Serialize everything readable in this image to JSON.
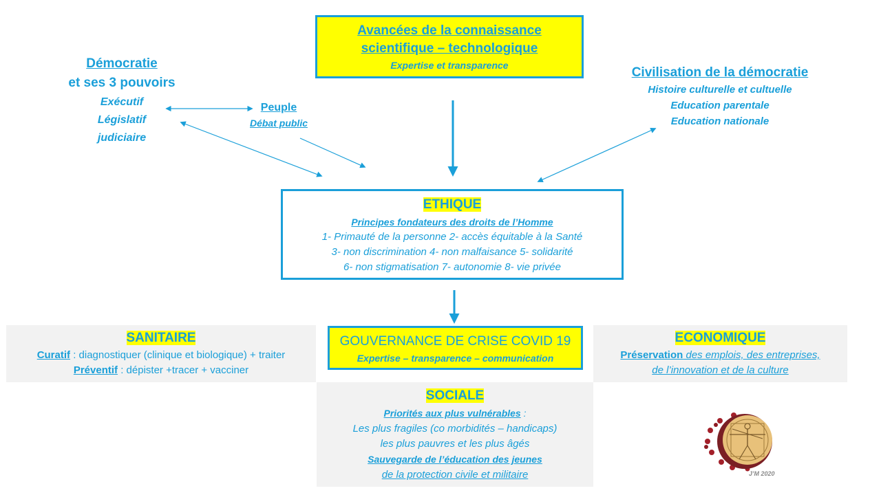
{
  "science": {
    "title1": "Avancées de la connaissance",
    "title2": "scientifique – technologique",
    "subtitle": "Expertise et transparence"
  },
  "democracy": {
    "title1": "Démocratie",
    "title2": "et ses 3 pouvoirs",
    "powers": [
      "Exécutif",
      "Législatif",
      "judiciaire"
    ]
  },
  "people": {
    "title": "Peuple",
    "subtitle": "Débat public"
  },
  "civilisation": {
    "title": "Civilisation de la démocratie",
    "lines": [
      "Histoire culturelle et cultuelle",
      "Education parentale",
      "Education nationale"
    ]
  },
  "ethics": {
    "title": "ETHIQUE",
    "subtitle": "Principes fondateurs des droits de l’Homme",
    "lines": [
      "1- Primauté de la personne  2- accès équitable à la Santé",
      "3- non discrimination  4- non malfaisance  5- solidarité",
      "6- non stigmatisation  7- autonomie  8- vie privée"
    ]
  },
  "governance": {
    "title": "GOUVERNANCE DE CRISE COVID 19",
    "subtitle": "Expertise – transparence – communication"
  },
  "sanitaire": {
    "title": "SANITAIRE",
    "curatif_label": "Curatif",
    "curatif_text": " : diagnostiquer (clinique et biologique) + traiter",
    "preventif_label": "Préventif",
    "preventif_text": " :  dépister +tracer + vacciner"
  },
  "economique": {
    "title": "ECONOMIQUE",
    "label": "Préservation",
    "text1": " des emplois, des entreprises,",
    "text2": "de l’innovation et de la culture"
  },
  "sociale": {
    "title": "SOCIALE",
    "priority": "Priorités aux plus vulnérables",
    "priority_colon": " :",
    "line1": "Les plus fragiles (co morbidités – handicaps)",
    "line2": "les plus pauvres et les plus âgés",
    "save": "Sauvegarde de l’éducation des jeunes",
    "line3": "de la protection civile et militaire"
  },
  "signature": "J’M 2020",
  "colors": {
    "accent": "#1a9fd9",
    "highlight": "#ffff00",
    "panel": "#f2f2f2"
  }
}
